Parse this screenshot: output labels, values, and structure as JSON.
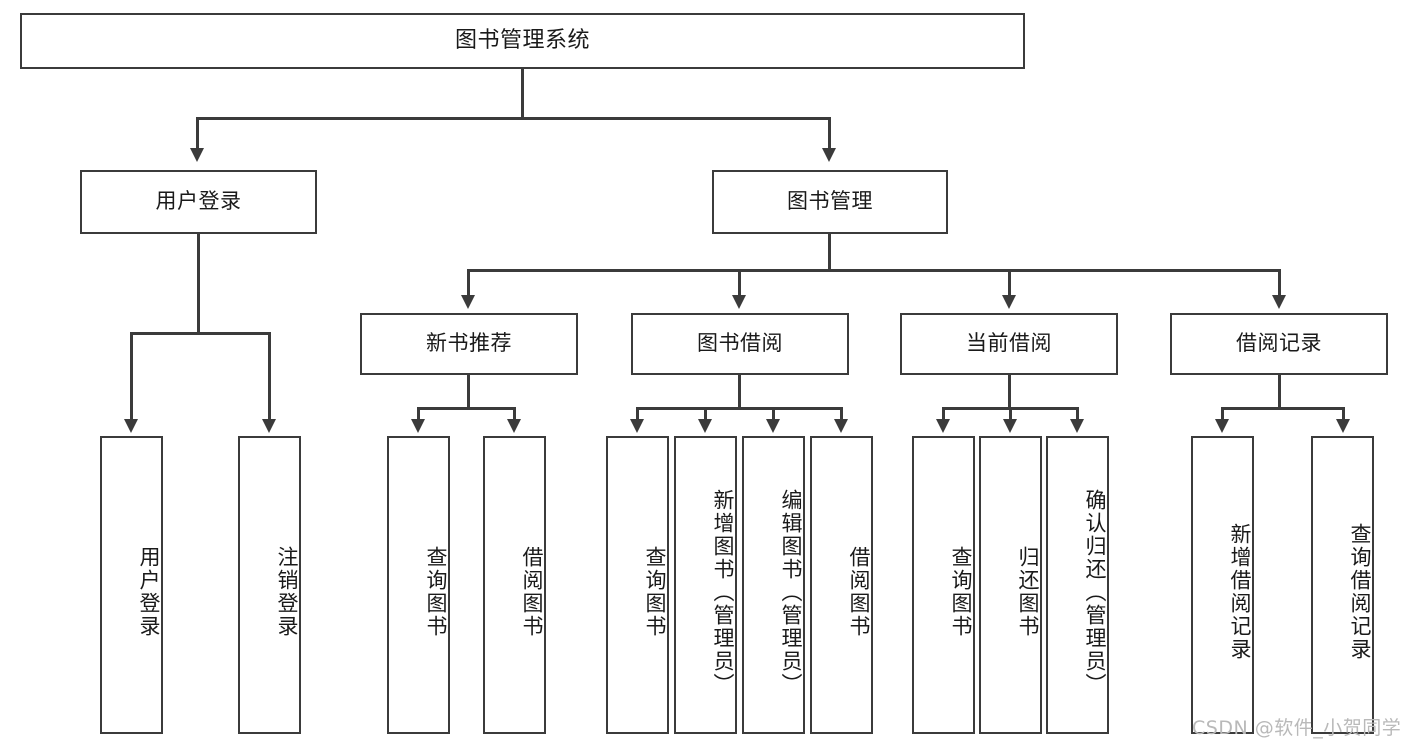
{
  "diagram": {
    "type": "tree-hierarchy",
    "title": "图书管理系统",
    "watermark": "CSDN @软件_小贺同学",
    "colors": {
      "border": "#3b3b3b",
      "fill": "#ffffff",
      "text": "#1a1a1a",
      "watermark": "#b9b9b9"
    },
    "root": {
      "label": "图书管理系统"
    },
    "level2": [
      {
        "id": "user-login",
        "label": "用户登录"
      },
      {
        "id": "book-manage",
        "label": "图书管理"
      }
    ],
    "level3": [
      {
        "id": "new-book-recommend",
        "label": "新书推荐"
      },
      {
        "id": "book-borrow",
        "label": "图书借阅"
      },
      {
        "id": "current-borrow",
        "label": "当前借阅"
      },
      {
        "id": "borrow-record",
        "label": "借阅记录"
      }
    ],
    "leaves": {
      "user_login": [
        {
          "id": "leaf-user-login",
          "label": "用户登录"
        },
        {
          "id": "leaf-logout",
          "label": "注销登录"
        }
      ],
      "new_book_recommend": [
        {
          "id": "leaf-query-book-1",
          "label": "查询图书"
        },
        {
          "id": "leaf-borrow-book-1",
          "label": "借阅图书"
        }
      ],
      "book_borrow": [
        {
          "id": "leaf-query-book-2",
          "label": "查询图书"
        },
        {
          "id": "leaf-add-book",
          "label": "新增图书（管理员）"
        },
        {
          "id": "leaf-edit-book",
          "label": "编辑图书（管理员）"
        },
        {
          "id": "leaf-borrow-book-2",
          "label": "借阅图书"
        }
      ],
      "current_borrow": [
        {
          "id": "leaf-query-book-3",
          "label": "查询图书"
        },
        {
          "id": "leaf-return-book",
          "label": "归还图书"
        },
        {
          "id": "leaf-confirm-return",
          "label": "确认归还（管理员）"
        }
      ],
      "borrow_record": [
        {
          "id": "leaf-add-record",
          "label": "新增借阅记录"
        },
        {
          "id": "leaf-query-record",
          "label": "查询借阅记录"
        }
      ]
    }
  }
}
